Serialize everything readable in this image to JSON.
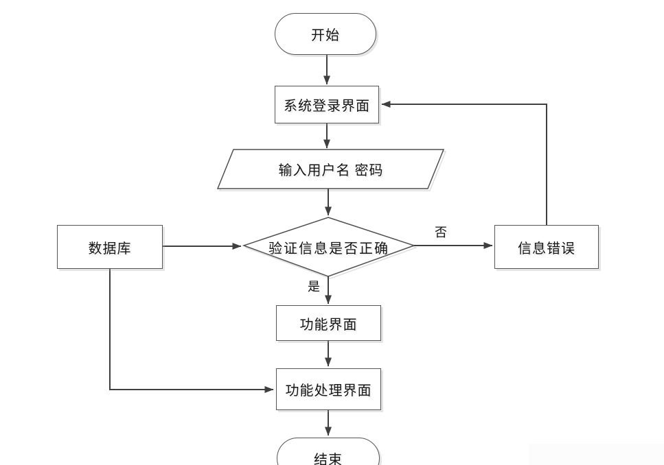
{
  "diagram": {
    "type": "flowchart",
    "language": "zh-CN",
    "nodes": {
      "start": {
        "label": "开始",
        "shape": "terminator"
      },
      "login": {
        "label": "系统登录界面",
        "shape": "process"
      },
      "input": {
        "label": "输入用户名 密码",
        "shape": "io-parallelogram"
      },
      "verify": {
        "label": "验证信息是否正确",
        "shape": "decision"
      },
      "database": {
        "label": "数据库",
        "shape": "process"
      },
      "error": {
        "label": "信息错误",
        "shape": "process"
      },
      "function": {
        "label": "功能界面",
        "shape": "process"
      },
      "process": {
        "label": "功能处理界面",
        "shape": "process"
      },
      "end": {
        "label": "结束",
        "shape": "terminator"
      }
    },
    "edge_labels": {
      "yes": "是",
      "no": "否"
    },
    "edges": [
      "start -> login",
      "login -> input",
      "input -> verify",
      "verify -> function (是)",
      "verify -> error (否)",
      "error -> login",
      "database -> verify",
      "database -> process",
      "function -> process",
      "process -> end"
    ],
    "colors": {
      "background": "#ffffff",
      "line": "#3f3f3f",
      "shape_border": "#545454",
      "text": "#141414",
      "shadow": "#dcdcdc"
    }
  }
}
